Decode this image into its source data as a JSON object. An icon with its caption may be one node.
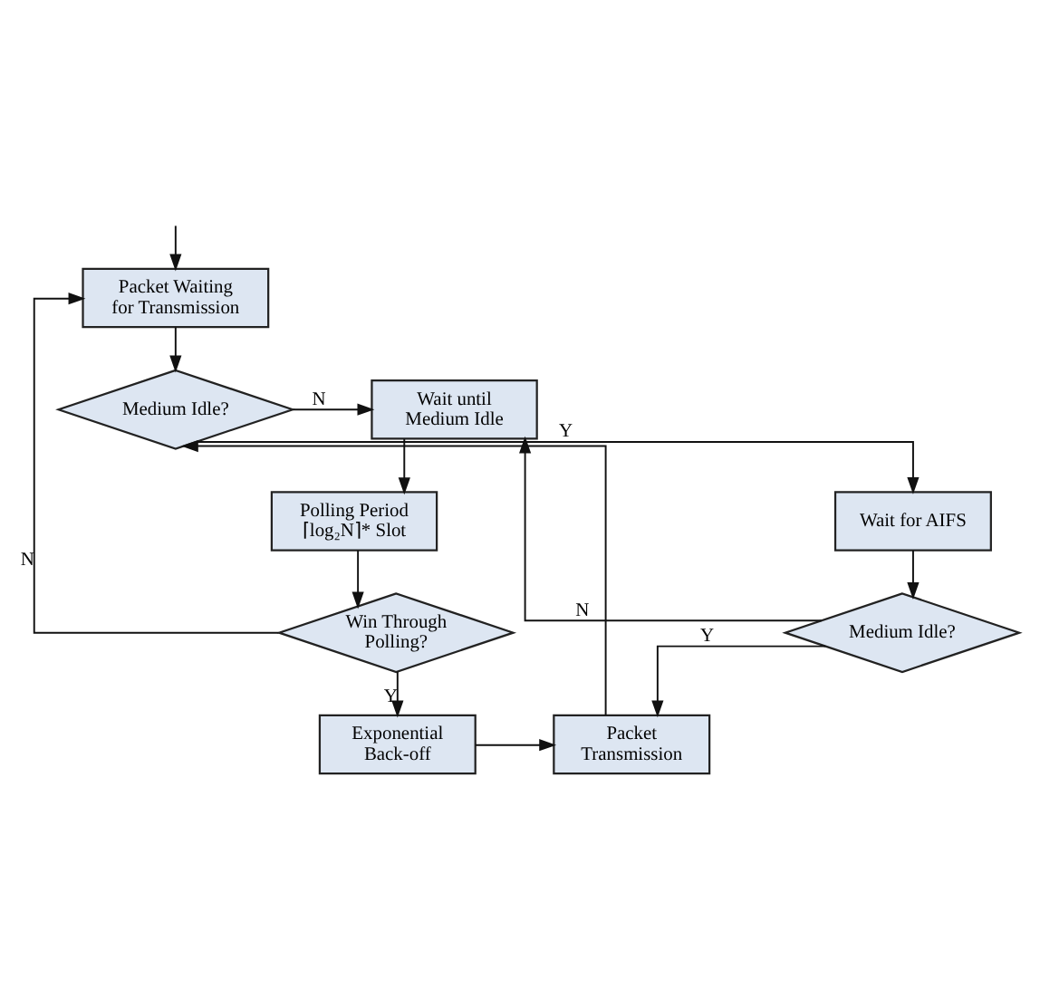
{
  "diagram": {
    "nodes": [
      {
        "text": [
          "Packet Waiting for Transmission"
        ]
      },
      {
        "text": [
          "Medium Idle?"
        ]
      },
      {
        "text": [
          "Wait for AIFS"
        ]
      },
      {
        "text": [
          "Medium Idle?"
        ]
      },
      {
        "text": [
          "Packet Transmission"
        ]
      },
      {
        "text": [
          "Wait until Medium Idle"
        ]
      },
      {
        "text": [
          "Polling Period ⌈log₂N⌉* Slot"
        ]
      },
      {
        "text": [
          "Win Through Polling?"
        ]
      },
      {
        "text": [
          "Exponential Back-off"
        ]
      }
    ],
    "edges": [
      {
        "from": null,
        "to": 0,
        "arrow": "to"
      },
      {
        "from": 0,
        "to": 1,
        "arrow": "to"
      },
      {
        "from": 1,
        "to": 5,
        "arrow": "to",
        "label": "N"
      },
      {
        "from": 1,
        "to": 2,
        "arrow": "to",
        "label": "Y"
      },
      {
        "from": 2,
        "to": 3,
        "arrow": "to"
      },
      {
        "from": 3,
        "to": 5,
        "arrow": "to",
        "label": "N"
      },
      {
        "from": 3,
        "to": 4,
        "arrow": "to",
        "label": "Y"
      },
      {
        "from": 4,
        "to": 1,
        "arrow": "to"
      },
      {
        "from": 5,
        "to": 6,
        "arrow": "to"
      },
      {
        "from": 6,
        "to": 7,
        "arrow": "to"
      },
      {
        "from": 7,
        "to": 0,
        "arrow": "to",
        "label": "N"
      },
      {
        "from": 7,
        "to": 8,
        "arrow": "to",
        "label": "Y"
      },
      {
        "from": 8,
        "to": 4,
        "arrow": "to"
      }
    ]
  }
}
